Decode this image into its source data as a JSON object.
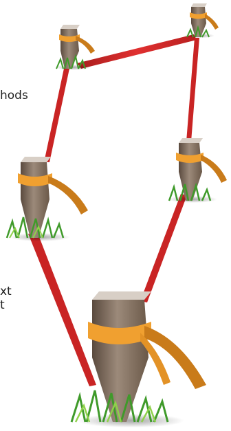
{
  "text_fragments": [
    "hods",
    "xt",
    "t"
  ],
  "colors": {
    "rope": "#d82a2a",
    "rope_dark": "#a81c1c",
    "stake_light": "#b8a89a",
    "stake_mid": "#8c7a6a",
    "stake_dark": "#5a4a3e",
    "stake_top": "#d8cfc6",
    "ribbon": "#f0a030",
    "ribbon_dark": "#c97b1a",
    "grass": "#3f9a2a",
    "grass_light": "#8fd14a"
  }
}
